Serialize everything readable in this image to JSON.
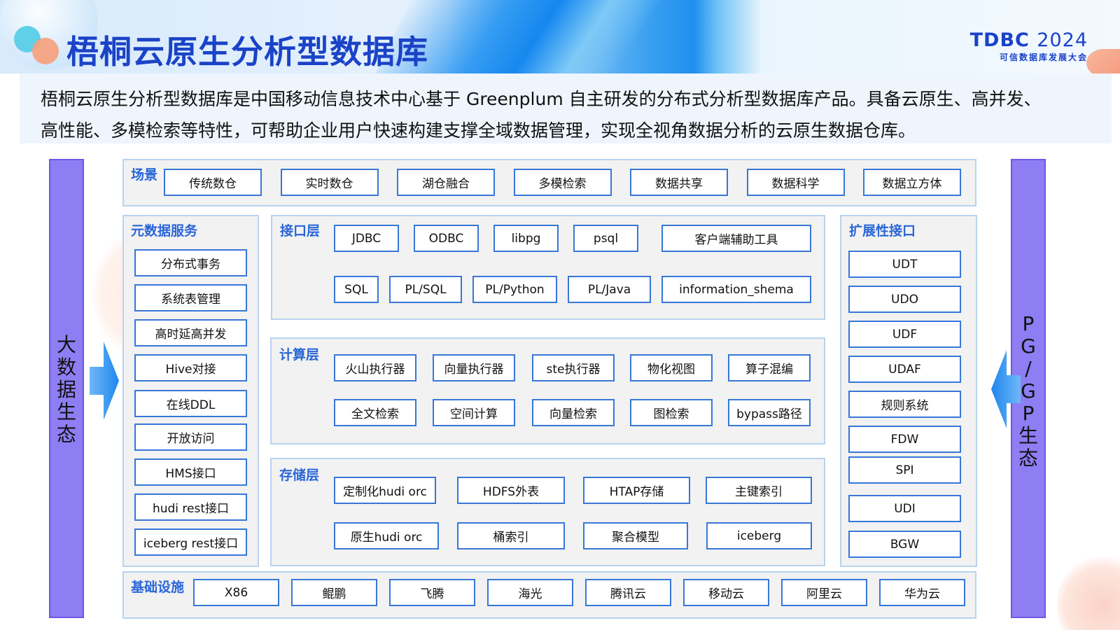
{
  "header": {
    "title": "梧桐云原生分析型数据库",
    "brand_main": "TDBC",
    "brand_year": "2024",
    "brand_sub": "可信数据库发展大会"
  },
  "intro": {
    "line1": "梧桐云原生分析型数据库是中国移动信息技术中心基于 Greenplum 自主研发的分布式分析型数据库产品。具备云原生、高并发、",
    "line2": "高性能、多模检索等特性，可帮助企业用户快速构建支撑全域数据管理，实现全视角数据分析的云原生数据仓库。"
  },
  "sides": {
    "left": [
      "大",
      "数",
      "据",
      "生",
      "态"
    ],
    "right": [
      "P",
      "G",
      "/",
      "G",
      "P",
      "生",
      "态"
    ]
  },
  "scene": {
    "title": "场景",
    "items": [
      "传统数仓",
      "实时数仓",
      "湖仓融合",
      "多模检索",
      "数据共享",
      "数据科学",
      "数据立方体"
    ]
  },
  "metadata": {
    "title": "元数据服务",
    "items": [
      "分布式事务",
      "系统表管理",
      "高时延高并发",
      "Hive对接",
      "在线DDL",
      "开放访问",
      "HMS接口",
      "hudi rest接口",
      "iceberg rest接口"
    ]
  },
  "interface": {
    "title": "接口层",
    "row1": [
      "JDBC",
      "ODBC",
      "libpg",
      "psql",
      "客户端辅助工具"
    ],
    "row2": [
      "SQL",
      "PL/SQL",
      "PL/Python",
      "PL/Java",
      "information_shema"
    ]
  },
  "compute": {
    "title": "计算层",
    "row1": [
      "火山执行器",
      "向量执行器",
      "ste执行器",
      "物化视图",
      "算子混编"
    ],
    "row2": [
      "全文检索",
      "空间计算",
      "向量检索",
      "图检索",
      "bypass路径"
    ]
  },
  "storage": {
    "title": "存储层",
    "row1": [
      "定制化hudi orc",
      "HDFS外表",
      "HTAP存储",
      "主键索引"
    ],
    "row2": [
      "原生hudi orc",
      "桶索引",
      "聚合模型",
      "iceberg"
    ]
  },
  "extension": {
    "title": "扩展性接口",
    "items": [
      "UDT",
      "UDO",
      "UDF",
      "UDAF",
      "规则系统",
      "FDW",
      "SPI",
      "UDI",
      "BGW"
    ]
  },
  "infra": {
    "title": "基础设施",
    "items": [
      "X86",
      "鲲鹏",
      "飞腾",
      "海光",
      "腾讯云",
      "移动云",
      "阿里云",
      "华为云"
    ]
  },
  "colors": {
    "title_blue": "#1a43c7",
    "section_blue": "#2a66d8",
    "box_border": "#3777d8",
    "side_purple": "#8e7df3",
    "arrow_blue": "#2c8ef0"
  }
}
